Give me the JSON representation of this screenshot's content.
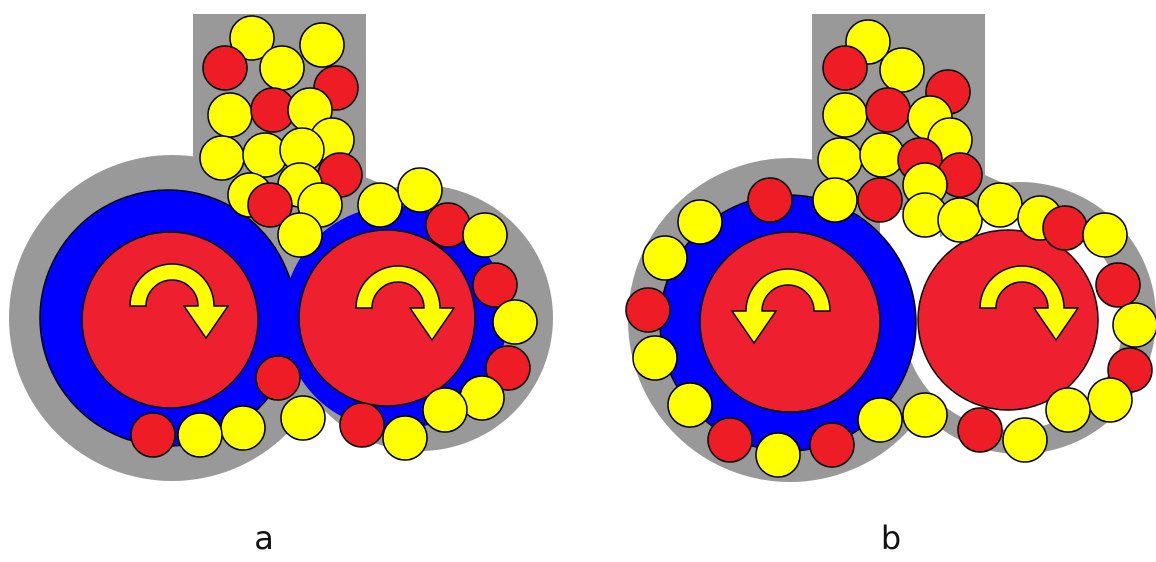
{
  "colors": {
    "housing": "#999999",
    "sleeve": "#0000ff",
    "rotor": "#ee2030",
    "ball_yellow": "#ffff00",
    "ball_red": "#ee1c24",
    "arrow": "#ffff00",
    "outline": "#000000",
    "background": "#ffffff"
  },
  "panels": [
    {
      "id": "a",
      "label": "a",
      "description_icons": [
        "rotation-arrow-icon",
        "rotation-arrow-icon"
      ]
    },
    {
      "id": "b",
      "label": "b",
      "description_icons": [
        "rotation-arrow-icon",
        "rotation-arrow-icon"
      ]
    }
  ]
}
